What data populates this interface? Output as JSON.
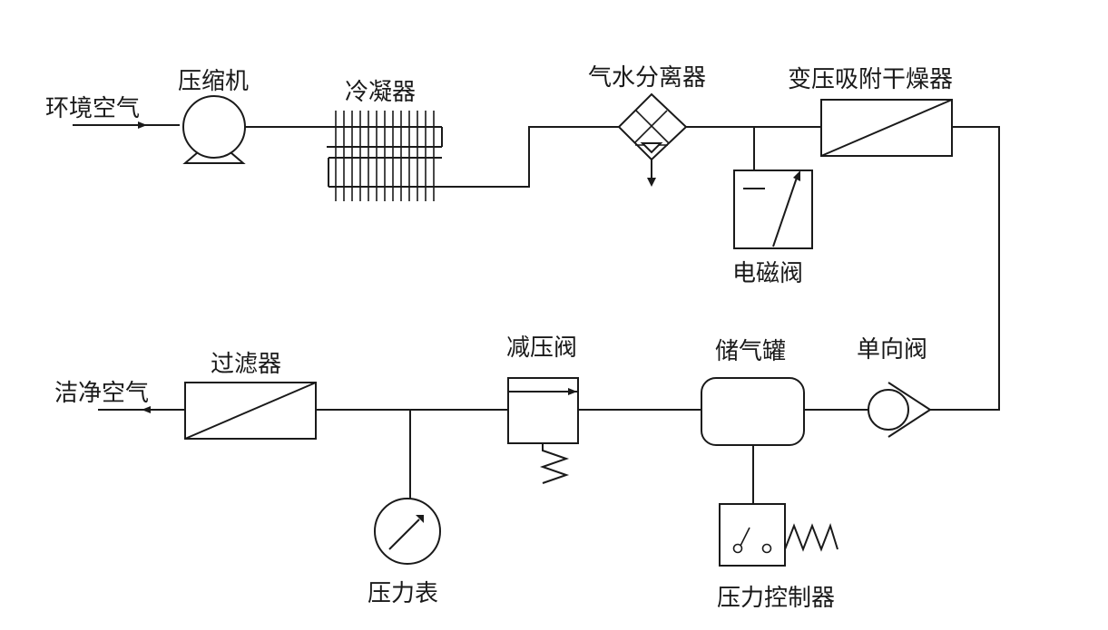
{
  "labels": {
    "ambient_air": "环境空气",
    "compressor": "压缩机",
    "condenser": "冷凝器",
    "water_separator": "气水分离器",
    "psa_dryer": "变压吸附干燥器",
    "solenoid_valve": "电磁阀",
    "check_valve": "单向阀",
    "air_tank": "储气罐",
    "pressure_reducing_valve": "减压阀",
    "filter": "过滤器",
    "clean_air": "洁净空气",
    "pressure_gauge": "压力表",
    "pressure_controller": "压力控制器"
  }
}
